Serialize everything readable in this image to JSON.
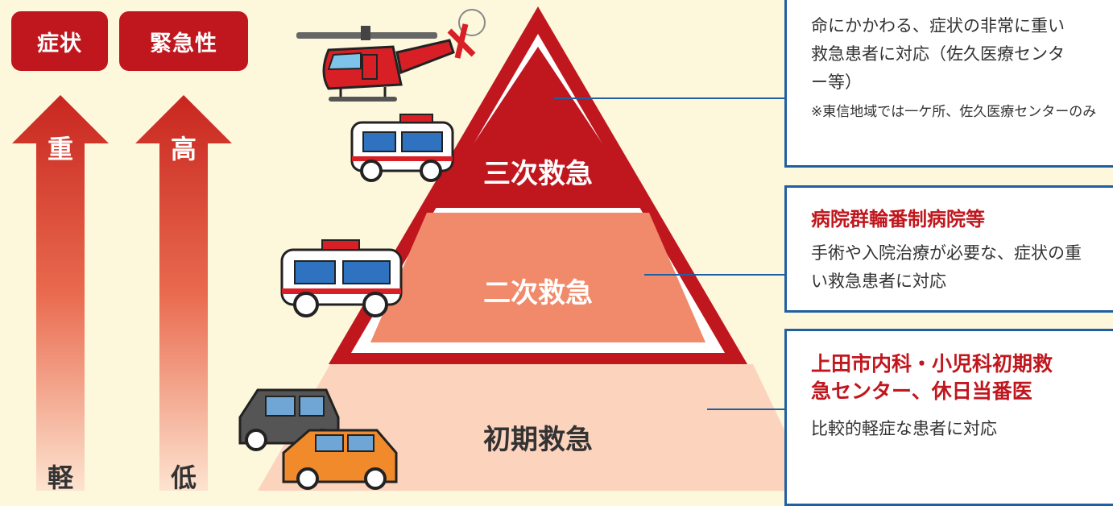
{
  "badges": {
    "symptom": "症状",
    "urgency": "緊急性"
  },
  "axis": {
    "symptom_high": "重",
    "symptom_low": "軽",
    "urgency_high": "高",
    "urgency_low": "低"
  },
  "levels": {
    "tertiary": {
      "label": "三次救急",
      "description": "命にかかわる、症状の非常に重い救急患者に対応（佐久医療センター等）",
      "note": "※東信地域では一ケ所、佐久医療センターのみ"
    },
    "secondary": {
      "label": "二次救急",
      "title": "病院群輪番制病院等",
      "description": "手術や入院治療が必要な、症状の重い救急患者に対応"
    },
    "primary": {
      "label": "初期救急",
      "title": "上田市内科・小児科初期救急センター、休日当番医",
      "description": "比較的軽症な患者に対応"
    }
  },
  "colors": {
    "tertiary": "#c0171e",
    "secondary": "#f08a6a",
    "primary": "#fcd3bd",
    "accent_line": "#1f5fa2"
  },
  "icons": [
    "helicopter-icon",
    "ambulance-icon",
    "car-icon"
  ]
}
